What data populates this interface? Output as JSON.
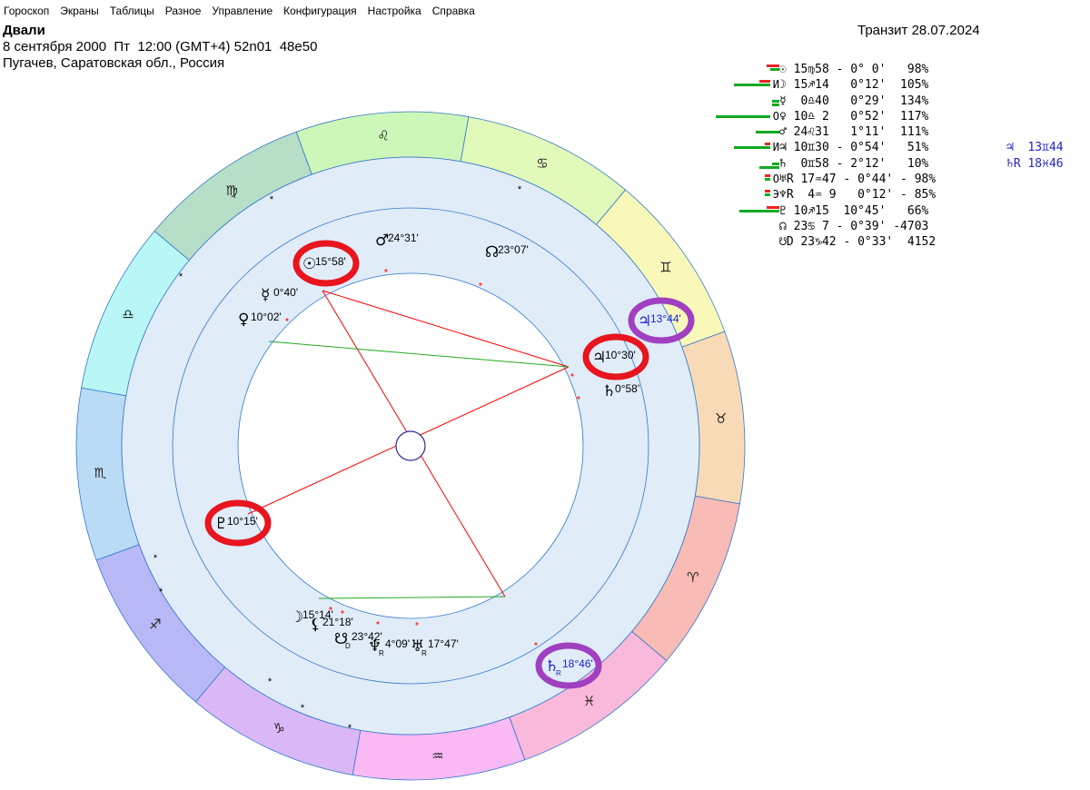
{
  "menu": [
    "Гороскоп",
    "Экраны",
    "Таблицы",
    "Разное",
    "Управление",
    "Конфигурация",
    "Настройка",
    "Справка"
  ],
  "header": {
    "name": "Двали",
    "datetime": "8 сентября 2000  Пт  12:00 (GMT+4) 52n01  48e50",
    "place": "Пугачев, Саратовская обл., Россия",
    "transit": "Транзит 28.07.2024"
  },
  "colors": {
    "red_bar": "#ee2222",
    "green_bar": "#11aa22",
    "aspect_red": "#ff0000",
    "aspect_green": "#22aa22",
    "inner_ring": "#e0ecf8",
    "ring_stroke": "#3377cc",
    "highlight_red": "#e8141e",
    "highlight_purple": "#a040c0",
    "transit_text": "#2222cc"
  },
  "zodiac": [
    {
      "sign": "leo",
      "glyph": "♌",
      "color": "#cdf7b8"
    },
    {
      "sign": "cancer",
      "glyph": "♋",
      "color": "#e1f9b9"
    },
    {
      "sign": "gemini",
      "glyph": "♊",
      "color": "#f8f9b9"
    },
    {
      "sign": "taurus",
      "glyph": "♉",
      "color": "#f8dbb6"
    },
    {
      "sign": "aries",
      "glyph": "♈",
      "color": "#f8bbb6"
    },
    {
      "sign": "pisces",
      "glyph": "♓",
      "color": "#f9b9da"
    },
    {
      "sign": "aquarius",
      "glyph": "♒",
      "color": "#f8b9f4"
    },
    {
      "sign": "capricorn",
      "glyph": "♑",
      "color": "#dab8f7"
    },
    {
      "sign": "sagittarius",
      "glyph": "♐",
      "color": "#b9b8f6"
    },
    {
      "sign": "scorpio",
      "glyph": "♏",
      "color": "#b9dbf6"
    },
    {
      "sign": "libra",
      "glyph": "♎",
      "color": "#b9f7f6"
    },
    {
      "sign": "virgo",
      "glyph": "♍",
      "color": "#b7dec6"
    }
  ],
  "chart_planets": [
    {
      "id": "sun",
      "glyph": "☉",
      "label": "15°58'",
      "highlight": "red"
    },
    {
      "id": "mars",
      "glyph": "♂",
      "label": "24°31'"
    },
    {
      "id": "node",
      "glyph": "☊",
      "label": "23°07'"
    },
    {
      "id": "mercury",
      "glyph": "☿",
      "label": "0°40'"
    },
    {
      "id": "venus",
      "glyph": "♀",
      "label": "10°02'"
    },
    {
      "id": "jupiter",
      "glyph": "♃",
      "label": "10°30'",
      "highlight": "red"
    },
    {
      "id": "saturn",
      "glyph": "♄",
      "label": "0°58'"
    },
    {
      "id": "pluto",
      "glyph": "♇",
      "label": "10°15'",
      "highlight": "red"
    },
    {
      "id": "moon",
      "glyph": "☽",
      "label": "15°14'"
    },
    {
      "id": "lilith",
      "glyph": "⚸",
      "label": "21°18'"
    },
    {
      "id": "southnode",
      "glyph": "☋",
      "sub": "D",
      "label": "23°42'"
    },
    {
      "id": "neptune",
      "glyph": "♆",
      "sub": "R",
      "label": "4°09'"
    },
    {
      "id": "uranus",
      "glyph": "♅",
      "sub": "R",
      "label": "17°47'"
    }
  ],
  "transit_planets": [
    {
      "id": "t-jupiter",
      "glyph": "♃",
      "label": "13°44'",
      "highlight": "purple"
    },
    {
      "id": "t-saturn",
      "glyph": "♄",
      "sub": "R",
      "label": "18°46'",
      "highlight": "purple"
    }
  ],
  "planet_table": [
    {
      "mark": "",
      "bars": [
        {
          "c": "r",
          "w": 14
        },
        {
          "c": "g",
          "w": 10
        }
      ],
      "text": "☉ 15♍58 - 0° 0'   98%",
      "transit": ""
    },
    {
      "mark": "И",
      "bars": [
        {
          "c": "r",
          "w": 12
        },
        {
          "c": "g",
          "w": 40
        }
      ],
      "text": "☽ 15♐14   0°12'  105%",
      "transit": ""
    },
    {
      "mark": "",
      "bars": [
        {
          "c": "g",
          "w": 8
        },
        {
          "c": "g",
          "w": 8
        }
      ],
      "text": "☿  0♎40   0°29'  134%",
      "transit": ""
    },
    {
      "mark": "О",
      "bars": [
        {
          "c": "g",
          "w": 60
        }
      ],
      "text": "♀ 10♎ 2   0°52'  117%",
      "transit": ""
    },
    {
      "mark": "",
      "bars": [
        {
          "c": "g",
          "w": 26
        }
      ],
      "text": "♂ 24♌31   1°11'  111%",
      "transit": ""
    },
    {
      "mark": "И",
      "bars": [
        {
          "c": "r",
          "w": 6
        },
        {
          "c": "g",
          "w": 40
        }
      ],
      "text": "♃ 10♊30 - 0°54'   51%",
      "transit": "♃  13♊44"
    },
    {
      "mark": "",
      "bars": [
        {
          "c": "g",
          "w": 8
        },
        {
          "c": "g",
          "w": 22
        }
      ],
      "text": "♄  0♊58 - 2°12'   10%",
      "transit": "♄R 18♓46"
    },
    {
      "mark": "О",
      "bars": [
        {
          "c": "r",
          "w": 6
        },
        {
          "c": "g",
          "w": 6
        }
      ],
      "text": "♅R 17♒47 - 0°44' - 98%",
      "transit": ""
    },
    {
      "mark": "Э",
      "bars": [
        {
          "c": "r",
          "w": 6
        },
        {
          "c": "g",
          "w": 6
        }
      ],
      "text": "♆R  4♒ 9   0°12' - 85%",
      "transit": ""
    },
    {
      "mark": "",
      "bars": [
        {
          "c": "r",
          "w": 14
        },
        {
          "c": "g",
          "w": 44
        }
      ],
      "text": "♇ 10♐15  10°45'   66%",
      "transit": ""
    },
    {
      "mark": "",
      "bars": [],
      "text": "☊ 23♋ 7 - 0°39' -4703",
      "transit": ""
    },
    {
      "mark": "",
      "bars": [],
      "text": "☋D 23♑42 - 0°33'  4152",
      "transit": ""
    }
  ]
}
